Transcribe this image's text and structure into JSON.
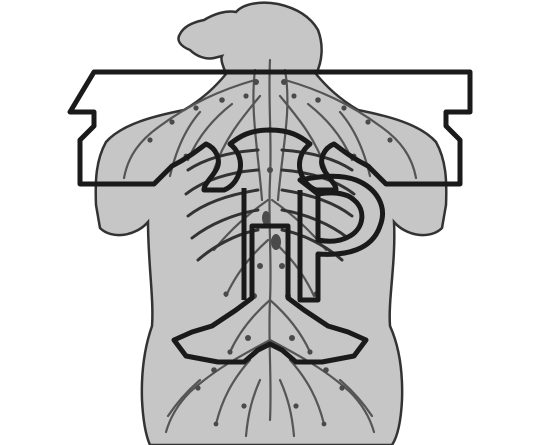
{
  "figure": {
    "subject": "torso-back-view",
    "colors": {
      "background": "#ffffff",
      "body_fill": "#c6c6c6",
      "body_outline": "#333333",
      "lymph_vessels": "#555555",
      "lymph_nodes": "#4a4a4a",
      "ribs": "#333333",
      "field_outline": "#1a1a1a"
    },
    "structures": [
      "silhouette",
      "lymphatic-network",
      "lymph-nodes",
      "rib-cage",
      "radiation-field-outline"
    ]
  }
}
